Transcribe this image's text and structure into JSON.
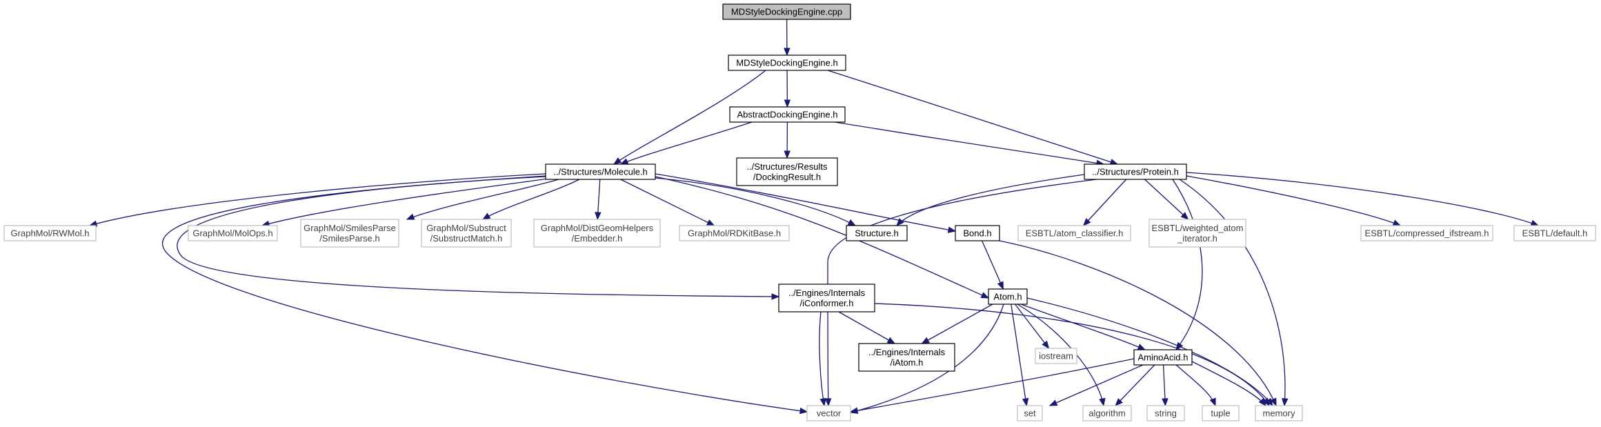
{
  "diagram": {
    "nodes": [
      {
        "id": "MDStyleDockingEngine_cpp",
        "kind": "root",
        "lines": [
          "MDStyleDockingEngine.cpp"
        ]
      },
      {
        "id": "MDStyleDockingEngine_h",
        "kind": "internal",
        "lines": [
          "MDStyleDockingEngine.h"
        ]
      },
      {
        "id": "AbstractDockingEngine_h",
        "kind": "internal",
        "lines": [
          "AbstractDockingEngine.h"
        ]
      },
      {
        "id": "Molecule_h",
        "kind": "internal",
        "lines": [
          "../Structures/Molecule.h"
        ]
      },
      {
        "id": "DockingResult_h",
        "kind": "internal",
        "lines": [
          "../Structures/Results",
          "/DockingResult.h"
        ]
      },
      {
        "id": "Protein_h",
        "kind": "internal",
        "lines": [
          "../Structures/Protein.h"
        ]
      },
      {
        "id": "RWMol_h",
        "kind": "external",
        "lines": [
          "GraphMol/RWMol.h"
        ]
      },
      {
        "id": "MolOps_h",
        "kind": "external",
        "lines": [
          "GraphMol/MolOps.h"
        ]
      },
      {
        "id": "SmilesParse_h",
        "kind": "external",
        "lines": [
          "GraphMol/SmilesParse",
          "/SmilesParse.h"
        ]
      },
      {
        "id": "SubstructMatch_h",
        "kind": "external",
        "lines": [
          "GraphMol/Substruct",
          "/SubstructMatch.h"
        ]
      },
      {
        "id": "Embedder_h",
        "kind": "external",
        "lines": [
          "GraphMol/DistGeomHelpers",
          "/Embedder.h"
        ]
      },
      {
        "id": "RDKitBase_h",
        "kind": "external",
        "lines": [
          "GraphMol/RDKitBase.h"
        ]
      },
      {
        "id": "Structure_h",
        "kind": "internal",
        "lines": [
          "Structure.h"
        ]
      },
      {
        "id": "Bond_h",
        "kind": "internal",
        "lines": [
          "Bond.h"
        ]
      },
      {
        "id": "atom_classifier_h",
        "kind": "external",
        "lines": [
          "ESBTL/atom_classifier.h"
        ]
      },
      {
        "id": "weighted_atom_iterator_h",
        "kind": "external",
        "lines": [
          "ESBTL/weighted_atom",
          "_iterator.h"
        ]
      },
      {
        "id": "compressed_ifstream_h",
        "kind": "external",
        "lines": [
          "ESBTL/compressed_ifstream.h"
        ]
      },
      {
        "id": "default_h",
        "kind": "external",
        "lines": [
          "ESBTL/default.h"
        ]
      },
      {
        "id": "iConformer_h",
        "kind": "internal",
        "lines": [
          "../Engines/Internals",
          "/iConformer.h"
        ]
      },
      {
        "id": "Atom_h",
        "kind": "internal",
        "lines": [
          "Atom.h"
        ]
      },
      {
        "id": "iAtom_h",
        "kind": "internal",
        "lines": [
          "../Engines/Internals",
          "/iAtom.h"
        ]
      },
      {
        "id": "iostream",
        "kind": "external",
        "lines": [
          "iostream"
        ]
      },
      {
        "id": "AminoAcid_h",
        "kind": "internal",
        "lines": [
          "AminoAcid.h"
        ]
      },
      {
        "id": "vector",
        "kind": "external",
        "lines": [
          "vector"
        ]
      },
      {
        "id": "set",
        "kind": "external",
        "lines": [
          "set"
        ]
      },
      {
        "id": "algorithm",
        "kind": "external",
        "lines": [
          "algorithm"
        ]
      },
      {
        "id": "string",
        "kind": "external",
        "lines": [
          "string"
        ]
      },
      {
        "id": "tuple",
        "kind": "external",
        "lines": [
          "tuple"
        ]
      },
      {
        "id": "memory",
        "kind": "external",
        "lines": [
          "memory"
        ]
      }
    ],
    "edges": [
      [
        "MDStyleDockingEngine_cpp",
        "MDStyleDockingEngine_h"
      ],
      [
        "MDStyleDockingEngine_h",
        "AbstractDockingEngine_h"
      ],
      [
        "MDStyleDockingEngine_h",
        "Molecule_h"
      ],
      [
        "MDStyleDockingEngine_h",
        "Protein_h"
      ],
      [
        "AbstractDockingEngine_h",
        "Molecule_h"
      ],
      [
        "AbstractDockingEngine_h",
        "DockingResult_h"
      ],
      [
        "AbstractDockingEngine_h",
        "Protein_h"
      ],
      [
        "Molecule_h",
        "RWMol_h"
      ],
      [
        "Molecule_h",
        "MolOps_h"
      ],
      [
        "Molecule_h",
        "SmilesParse_h"
      ],
      [
        "Molecule_h",
        "SubstructMatch_h"
      ],
      [
        "Molecule_h",
        "Embedder_h"
      ],
      [
        "Molecule_h",
        "RDKitBase_h"
      ],
      [
        "Molecule_h",
        "Structure_h"
      ],
      [
        "Molecule_h",
        "Bond_h"
      ],
      [
        "Molecule_h",
        "Atom_h"
      ],
      [
        "Molecule_h",
        "iConformer_h"
      ],
      [
        "Molecule_h",
        "vector"
      ],
      [
        "Protein_h",
        "Structure_h"
      ],
      [
        "Protein_h",
        "atom_classifier_h"
      ],
      [
        "Protein_h",
        "weighted_atom_iterator_h"
      ],
      [
        "Protein_h",
        "compressed_ifstream_h"
      ],
      [
        "Protein_h",
        "default_h"
      ],
      [
        "Protein_h",
        "AminoAcid_h"
      ],
      [
        "Protein_h",
        "vector"
      ],
      [
        "Protein_h",
        "memory"
      ],
      [
        "Bond_h",
        "Atom_h"
      ],
      [
        "Bond_h",
        "memory"
      ],
      [
        "iConformer_h",
        "iAtom_h"
      ],
      [
        "iConformer_h",
        "vector"
      ],
      [
        "iConformer_h",
        "memory"
      ],
      [
        "Atom_h",
        "iAtom_h"
      ],
      [
        "Atom_h",
        "iostream"
      ],
      [
        "Atom_h",
        "AminoAcid_h"
      ],
      [
        "Atom_h",
        "vector"
      ],
      [
        "Atom_h",
        "set"
      ],
      [
        "Atom_h",
        "algorithm"
      ],
      [
        "Atom_h",
        "memory"
      ],
      [
        "AminoAcid_h",
        "vector"
      ],
      [
        "AminoAcid_h",
        "set"
      ],
      [
        "AminoAcid_h",
        "algorithm"
      ],
      [
        "AminoAcid_h",
        "string"
      ],
      [
        "AminoAcid_h",
        "tuple"
      ],
      [
        "AminoAcid_h",
        "memory"
      ]
    ],
    "colors": {
      "edge": "#191970",
      "root_fill": "#bfbfbf",
      "external_border": "#bfbfbf",
      "internal_border": "#000000"
    }
  }
}
